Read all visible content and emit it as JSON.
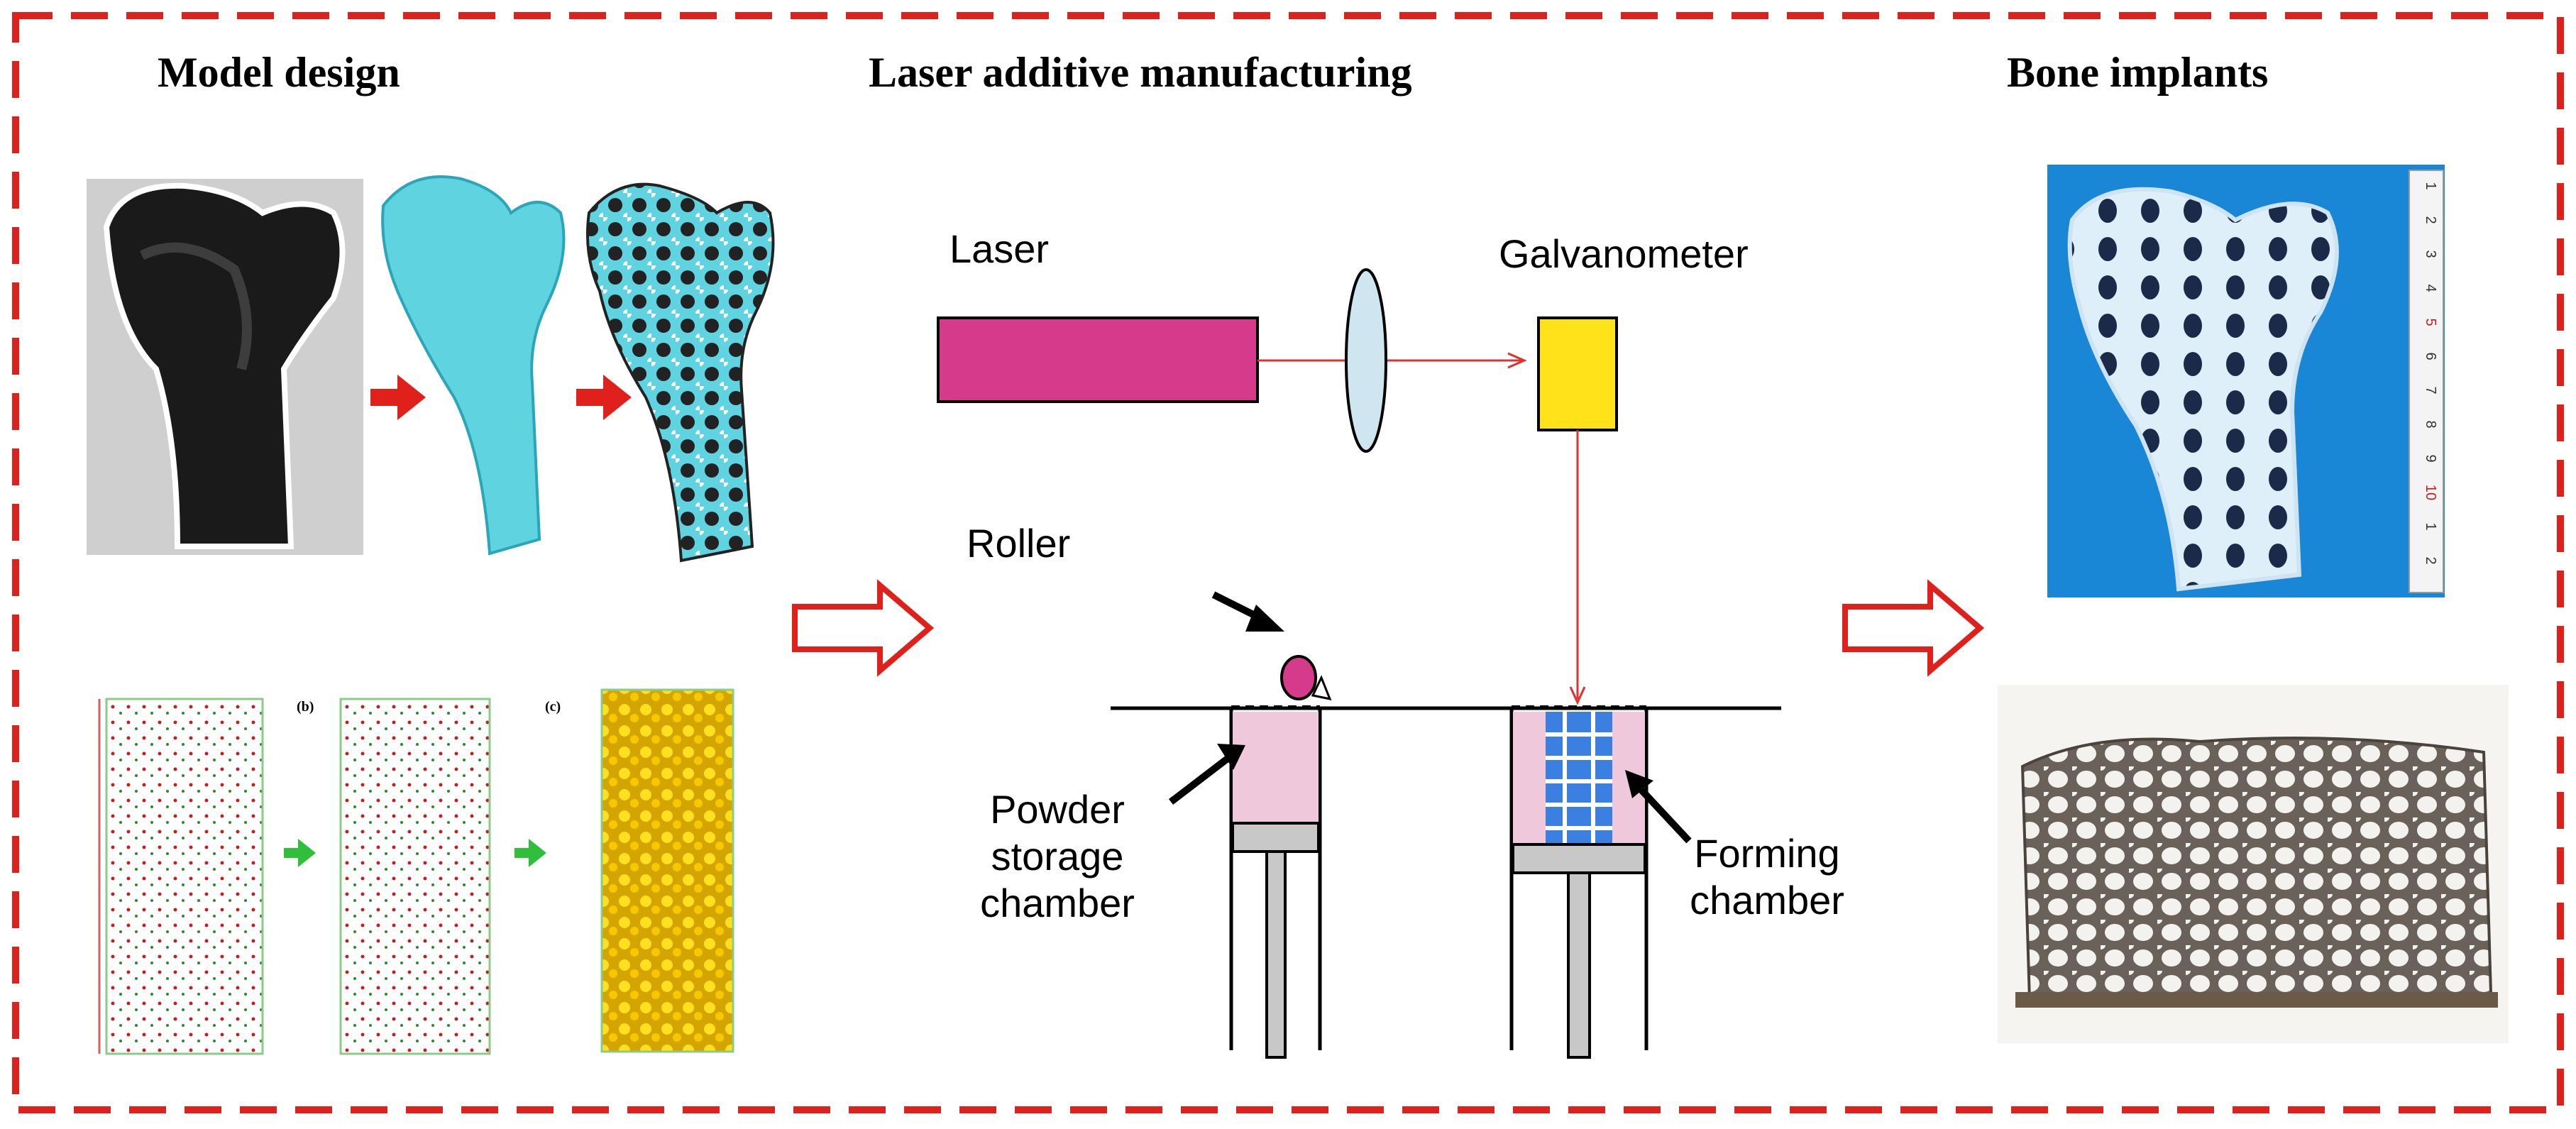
{
  "headings": {
    "model_design": "Model  design",
    "laser_am": "Laser additive manufacturing",
    "bone_implants": "Bone implants"
  },
  "labels": {
    "laser": "Laser",
    "galvanometer": "Galvanometer",
    "roller": "Roller",
    "powder_line1": "Powder",
    "powder_line2": "storage",
    "powder_line3": "chamber",
    "forming_line1": "Forming",
    "forming_line2": "chamber"
  },
  "panel_tags": {
    "b": "(b)",
    "c": "(c)"
  },
  "ruler_numbers": [
    "1",
    "2",
    "3",
    "4",
    "5",
    "6",
    "7",
    "8",
    "9",
    "10",
    "1",
    "2"
  ],
  "colors": {
    "frame": "#e0201b",
    "laser_body": "#d63a8a",
    "galvanometer": "#ffe21a",
    "lens": "#cfe6f0",
    "beam": "#e03030",
    "chamber_fill": "#f0c8dc",
    "part": "#3b7fe0",
    "piston": "#c8c8c8",
    "bone_cyan": "#5fd3e0",
    "flow_arrow": "#e0201b"
  }
}
